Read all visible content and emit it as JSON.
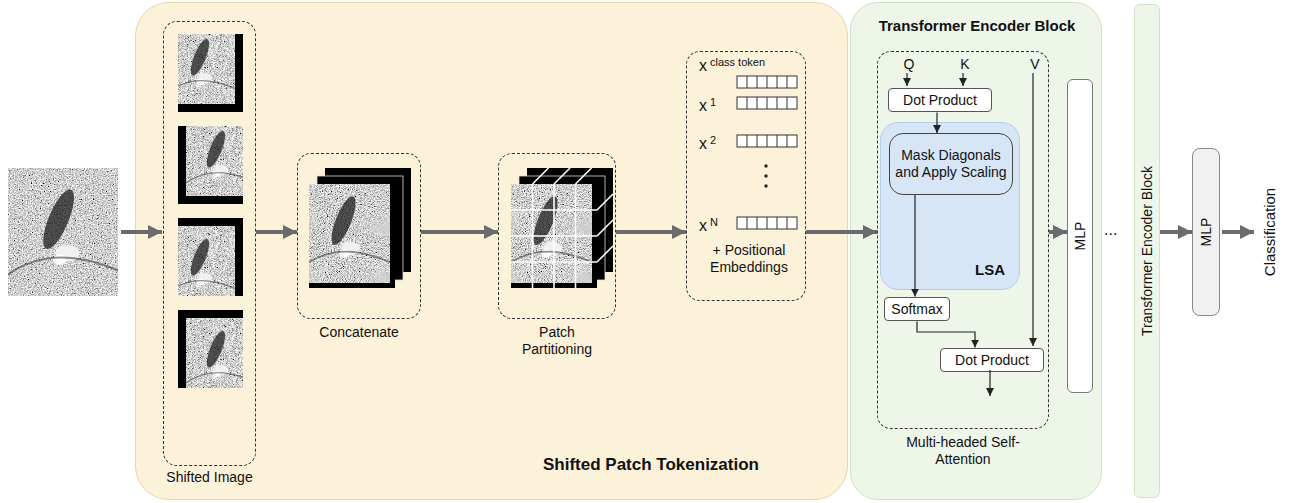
{
  "diagram": {
    "nodes": [
      {
        "text": [
          "Shifted Patch Tokenization"
        ]
      },
      {
        "text": [
          "Shifted Image"
        ],
        "in": 0
      },
      {
        "text": [
          "Concatenate"
        ],
        "in": 0
      },
      {
        "text": [
          "Patch Partitioning"
        ],
        "in": 0
      },
      {
        "text": [
          "x",
          "class token",
          "x",
          "1",
          "x",
          "2",
          "x",
          "N",
          "+ Positional Embeddings"
        ],
        "in": 0
      },
      {
        "text": [
          "Transformer Encoder Block"
        ]
      },
      {
        "text": [
          "Q",
          "K",
          "V",
          "Multi-headed Self-Attention"
        ],
        "in": 5
      },
      {
        "text": [
          "Dot Product"
        ],
        "in": 6
      },
      {
        "text": [
          "LSA"
        ],
        "in": 6
      },
      {
        "text": [
          "Mask Diagonals and Apply Scaling"
        ],
        "in": 8
      },
      {
        "text": [
          "Softmax"
        ],
        "in": 6
      },
      {
        "text": [
          "Dot Product"
        ],
        "in": 6
      },
      {
        "text": [
          "MLP"
        ],
        "in": 5
      },
      {
        "text": [
          "Transformer Encoder Block"
        ]
      },
      {
        "text": [
          "MLP"
        ]
      }
    ],
    "edges": [
      {
        "from": 1,
        "to": 2,
        "arrow": "to"
      },
      {
        "from": 2,
        "to": 3,
        "arrow": "to"
      },
      {
        "from": 3,
        "to": 4,
        "arrow": "to"
      },
      {
        "from": 4,
        "to": 6,
        "arrow": "to"
      },
      {
        "from": 7,
        "to": 9,
        "arrow": "to"
      },
      {
        "from": 9,
        "to": 10,
        "arrow": "to"
      },
      {
        "from": 10,
        "to": 11,
        "arrow": "to"
      },
      {
        "from": 6,
        "to": 12,
        "arrow": "to"
      },
      {
        "from": 13,
        "to": 14,
        "arrow": "to"
      }
    ],
    "labels": [
      "...",
      "Classification"
    ]
  }
}
